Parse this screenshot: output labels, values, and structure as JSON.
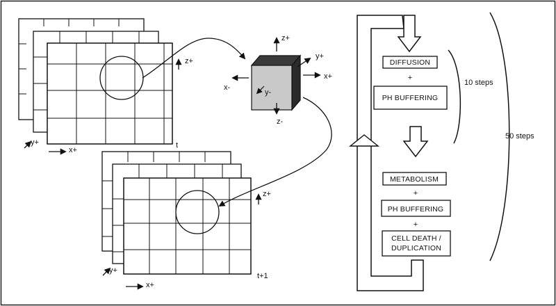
{
  "grid_top": {
    "time_label": "t",
    "axis_z": "z+",
    "axis_x": "x+",
    "axis_y": "y+"
  },
  "grid_bottom": {
    "time_label": "t+1",
    "axis_z": "z+",
    "axis_x": "x+",
    "axis_y": "y+"
  },
  "cube": {
    "z_plus": "z+",
    "z_minus": "z-",
    "x_plus": "x+",
    "x_minus": "x-",
    "y_plus": "y+",
    "y_minus": "y-"
  },
  "flow": {
    "diffusion": "DIFFUSION",
    "plus": "+",
    "ph_buffering": "PH BUFFERING",
    "metabolism": "METABOLISM",
    "cell_death_line1": "CELL DEATH /",
    "cell_death_line2": "DUPLICATION",
    "inner_loop_label": "10 steps",
    "outer_loop_label": "50 steps"
  }
}
